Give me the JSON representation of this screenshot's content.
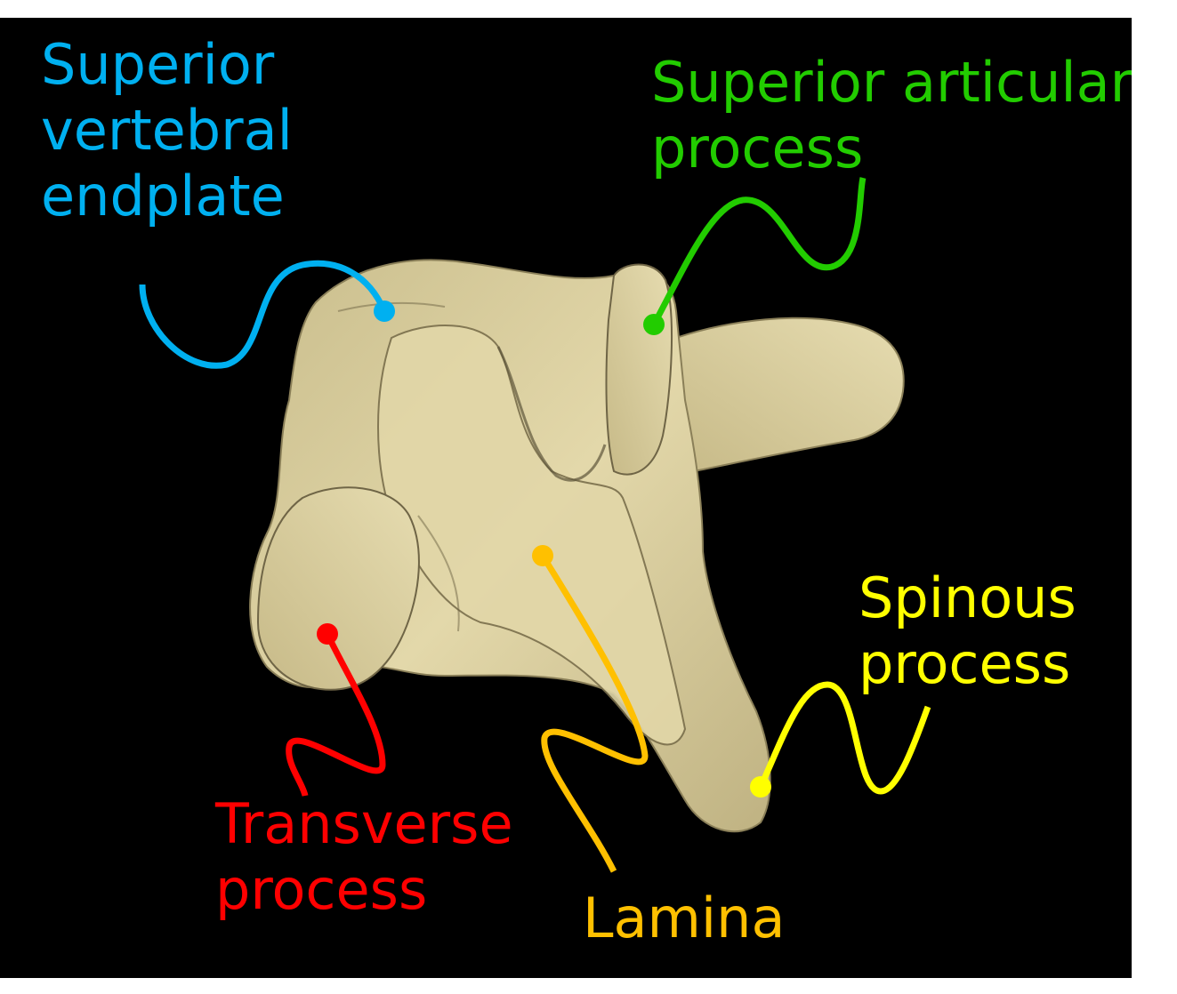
{
  "labels": {
    "superior_vertebral_endplate": {
      "lines": [
        "Superior",
        "vertebral",
        "endplate"
      ],
      "color": "#00b0f0"
    },
    "superior_articular_process": {
      "lines": [
        "Superior articular",
        "process"
      ],
      "color": "#22cc00"
    },
    "spinous_process": {
      "lines": [
        "Spinous",
        "process"
      ],
      "color": "#ffff00"
    },
    "transverse_process": {
      "lines": [
        "Transverse",
        "process"
      ],
      "color": "#ff0000"
    },
    "lamina": {
      "lines": [
        "Lamina"
      ],
      "color": "#ffc000"
    }
  },
  "bone_color": "#ddd0a0",
  "background_color": "#000000"
}
